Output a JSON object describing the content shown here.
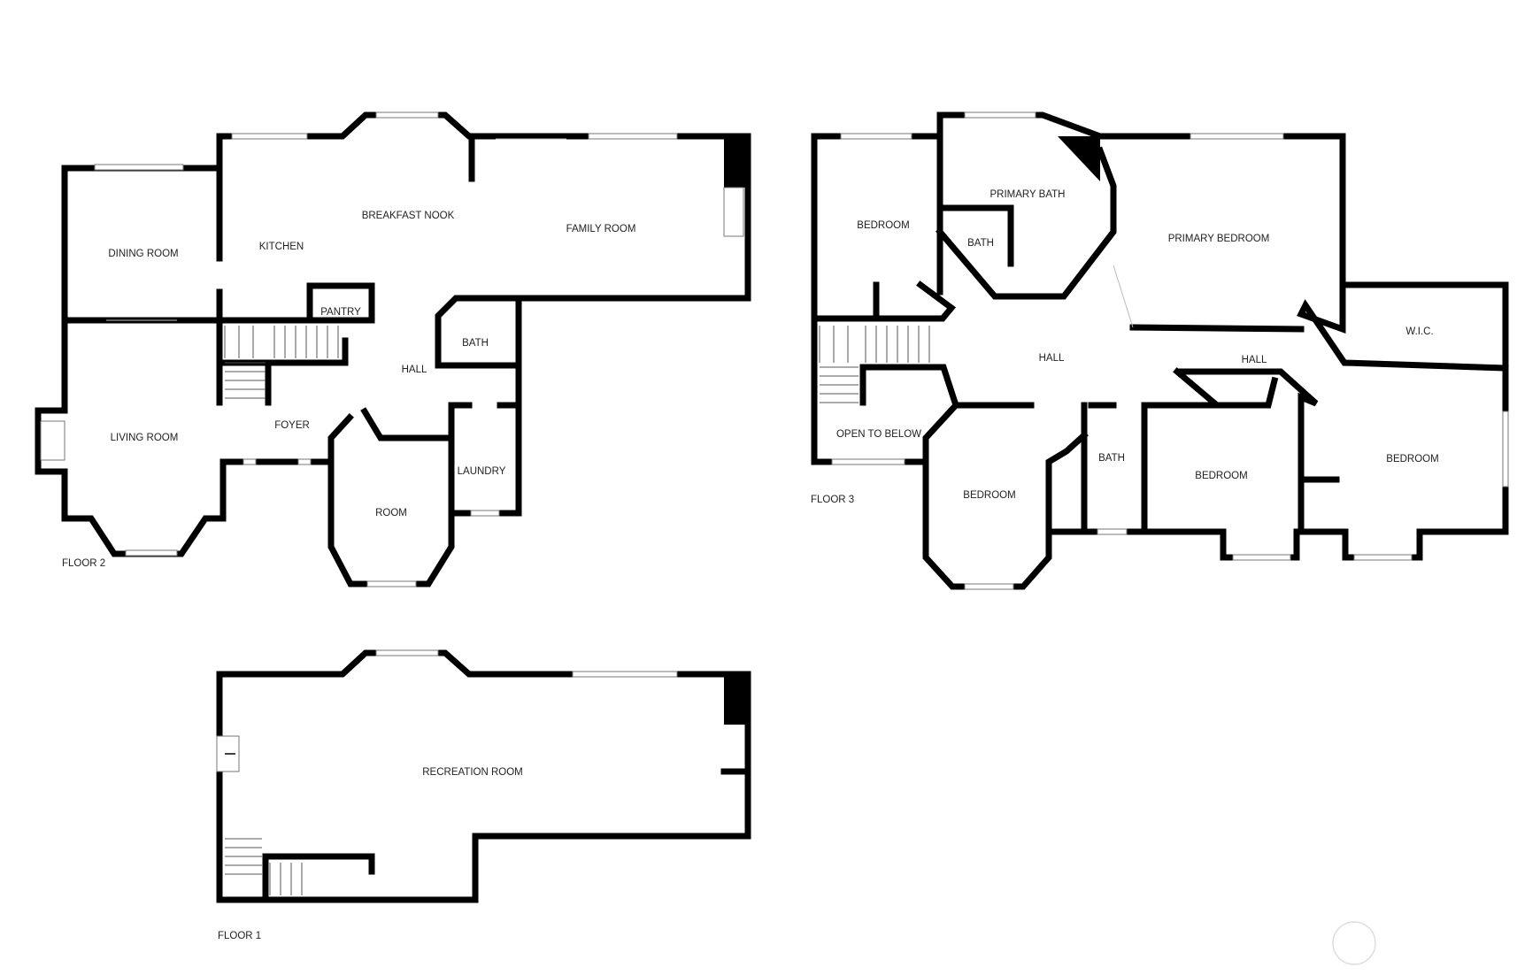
{
  "floors": [
    {
      "id": "floor-2",
      "label": "FLOOR 2"
    },
    {
      "id": "floor-3",
      "label": "FLOOR 3"
    },
    {
      "id": "floor-1",
      "label": "FLOOR 1"
    }
  ],
  "rooms": {
    "floor2": {
      "dining_room": "DINING ROOM",
      "kitchen": "KITCHEN",
      "breakfast_nook": "BREAKFAST NOOK",
      "family_room": "FAMILY ROOM",
      "pantry": "PANTRY",
      "bath": "BATH",
      "hall": "HALL",
      "living_room": "LIVING ROOM",
      "foyer": "FOYER",
      "room": "ROOM",
      "laundry": "LAUNDRY"
    },
    "floor3": {
      "bedroom_nw": "BEDROOM",
      "primary_bath": "PRIMARY BATH",
      "bath_inner": "BATH",
      "primary_bedroom": "PRIMARY BEDROOM",
      "wic": "W.I.C.",
      "hall_main": "HALL",
      "hall_east": "HALL",
      "open_to_below": "OPEN TO BELOW",
      "bedroom_sw": "BEDROOM",
      "bath": "BATH",
      "bedroom_s": "BEDROOM",
      "bedroom_se": "BEDROOM"
    },
    "floor1": {
      "recreation_room": "RECREATION ROOM"
    }
  }
}
